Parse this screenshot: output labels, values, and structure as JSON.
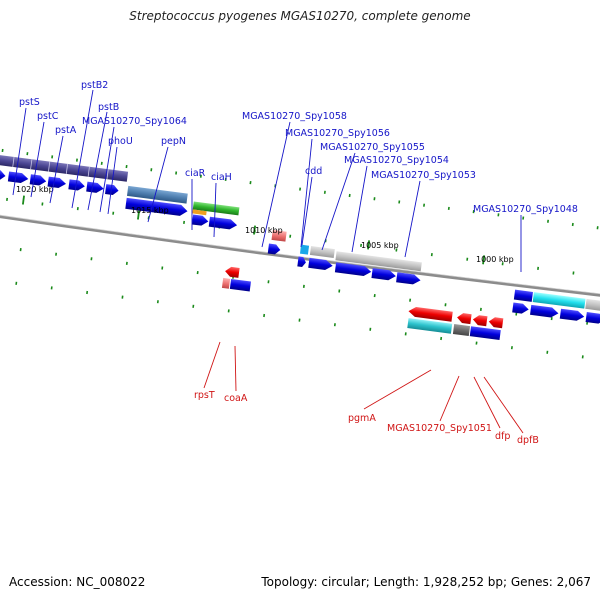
{
  "title": "Streptococcus pyogenes MGAS10270, complete genome",
  "footer": {
    "accession": "Accession: NC_008022",
    "summary": "Topology: circular; Length: 1,928,252 bp; Genes: 2,067"
  },
  "ticks": [
    "1020 kbp",
    "1015 kbp",
    "1010 kbp",
    "1005 kbp",
    "1000 kbp"
  ],
  "genes_top": [
    "pstS",
    "pstC",
    "pstA",
    "pstB2",
    "pstB",
    "MGAS10270_Spy1064",
    "phoU",
    "pepN",
    "ciaR",
    "ciaH",
    "MGAS10270_Spy1058",
    "MGAS10270_Spy1056",
    "cdd",
    "MGAS10270_Spy1055",
    "MGAS10270_Spy1054",
    "MGAS10270_Spy1053",
    "MGAS10270_Spy1048"
  ],
  "genes_bottom": [
    "rpsT",
    "coaA",
    "pgmA",
    "MGAS10270_Spy1051",
    "dfp",
    "dpfB"
  ],
  "colors": {
    "label_top": "#1515c8",
    "label_bottom": "#d01515",
    "cds": "#0000dd",
    "tick": "#1a8a1a",
    "backbone": "#8c8c8c"
  }
}
